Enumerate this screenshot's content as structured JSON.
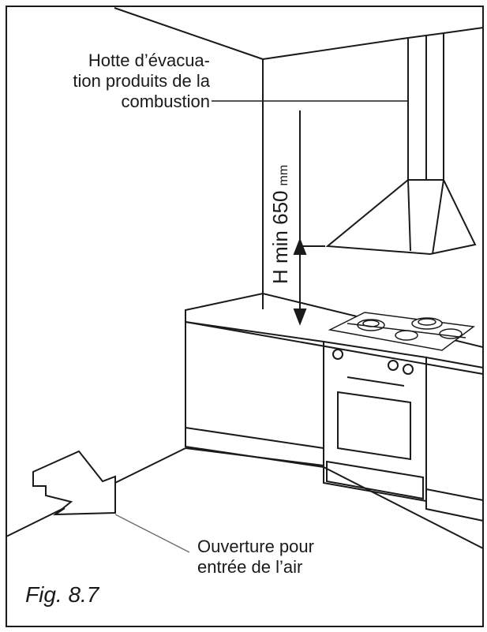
{
  "labels": {
    "hood_line1": "Hotte d’évacua-",
    "hood_line2": "tion produits de la",
    "hood_line3": "combustion",
    "height_main": "H min 650",
    "height_unit": "mm",
    "air_line1": "Ouverture pour",
    "air_line2": "entrée de l’air",
    "figure_caption": "Fig. 8.7"
  },
  "colors": {
    "line": "#1a1a1a",
    "hood_fill": "#ffffff",
    "pointer_line": "#6b6b6b"
  }
}
